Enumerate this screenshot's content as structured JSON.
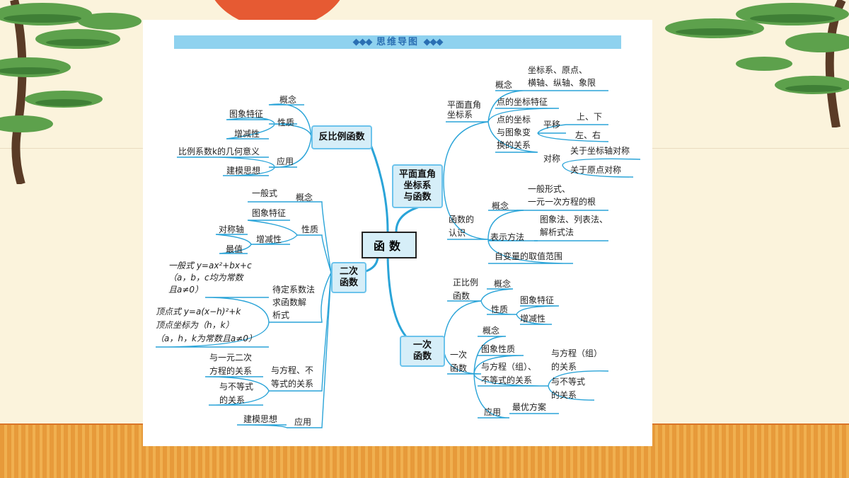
{
  "banner": {
    "title": "思维导图"
  },
  "colors": {
    "line": "#2aa4d8",
    "box_fill": "#d6eef8",
    "banner": "#8fd2ef"
  },
  "mindmap": {
    "center": "函数",
    "branches": {
      "inverse": "反比例函数",
      "coordinate": "平面直角\n坐标系\n与函数",
      "quadratic": "二次\n函数",
      "linear": "一次\n函数"
    },
    "inverse_items": {
      "concept": "概念",
      "property": "性质",
      "graph": "图象特征",
      "monotone": "增减性",
      "application": "应用",
      "k_meaning": "比例系数k的几何意义",
      "modeling": "建模思想"
    },
    "coordinate_items": {
      "system": "平面直角\n坐标系",
      "concept": "概念",
      "concept_detail": "坐标系、原点、\n横轴、纵轴、象限",
      "point_feature": "点的坐标特征",
      "transform": "点的坐标\n与图象变\n换的关系",
      "translate": "平移",
      "up_down": "上、下",
      "left_right": "左、右",
      "symmetry": "对称",
      "axis_sym": "关于坐标轴对称",
      "origin_sym": "关于原点对称",
      "function_knowledge": "函数的\n认识",
      "f_concept": "概念",
      "f_concept_detail": "一般形式、\n一元一次方程的根",
      "representation": "表示方法",
      "representation_detail": "图象法、列表法、\n解析式法",
      "domain": "自变量的取值范围"
    },
    "quadratic_items": {
      "concept": "概念",
      "general": "一般式",
      "property": "性质",
      "graph": "图象特征",
      "monotone": "增减性",
      "axis": "对称轴",
      "extreme": "最值",
      "undetermined": "待定系数法\n求函数解\n析式",
      "general_form": "一般式 y=ax²+bx+c\n（a，b，c均为常数\n且a≠0）",
      "vertex_form": "顶点式 y=a(x−h)²+k\n顶点坐标为（h，k）\n（a，h，k为常数且a≠0）",
      "equation_relation": "与方程、不\n等式的关系",
      "quad_eq": "与一元二次\n方程的关系",
      "inequality": "与不等式\n的关系",
      "application": "应用",
      "modeling": "建模思想"
    },
    "linear_items": {
      "proportional": "正比例\n函数",
      "p_concept": "概念",
      "p_property": "性质",
      "p_graph": "图象特征",
      "p_monotone": "增减性",
      "linear": "一次\n函数",
      "l_concept": "概念",
      "l_graph": "图象性质",
      "l_relation": "与方程（组）、\n不等式的关系",
      "l_eq": "与方程（组）\n的关系",
      "l_ineq": "与不等式\n的关系",
      "l_application": "应用",
      "l_best": "最优方案"
    }
  }
}
